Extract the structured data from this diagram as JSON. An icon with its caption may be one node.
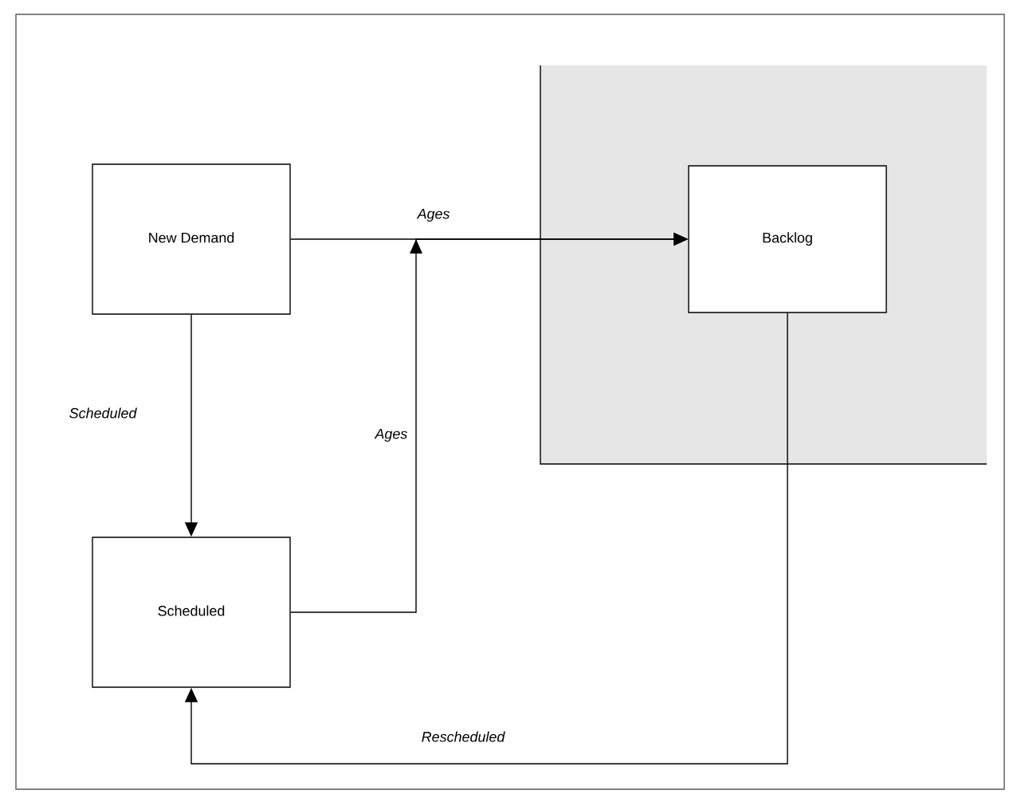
{
  "diagram": {
    "nodes": [
      {
        "text": [
          "New Demand"
        ]
      },
      {
        "text": [],
        "shape": "box"
      },
      {
        "text": [
          "Backlog"
        ],
        "in": 1
      },
      {
        "text": [
          "Scheduled"
        ]
      }
    ],
    "edges": [
      {
        "from": 0,
        "to": 2,
        "arrow": "to",
        "label": "Ages"
      },
      {
        "from": 3,
        "to": 2,
        "arrow": "to",
        "label": "Ages"
      },
      {
        "from": 0,
        "to": 3,
        "arrow": "to",
        "label": "Scheduled"
      },
      {
        "from": 2,
        "to": 3,
        "arrow": "to",
        "label": "Rescheduled"
      }
    ]
  }
}
